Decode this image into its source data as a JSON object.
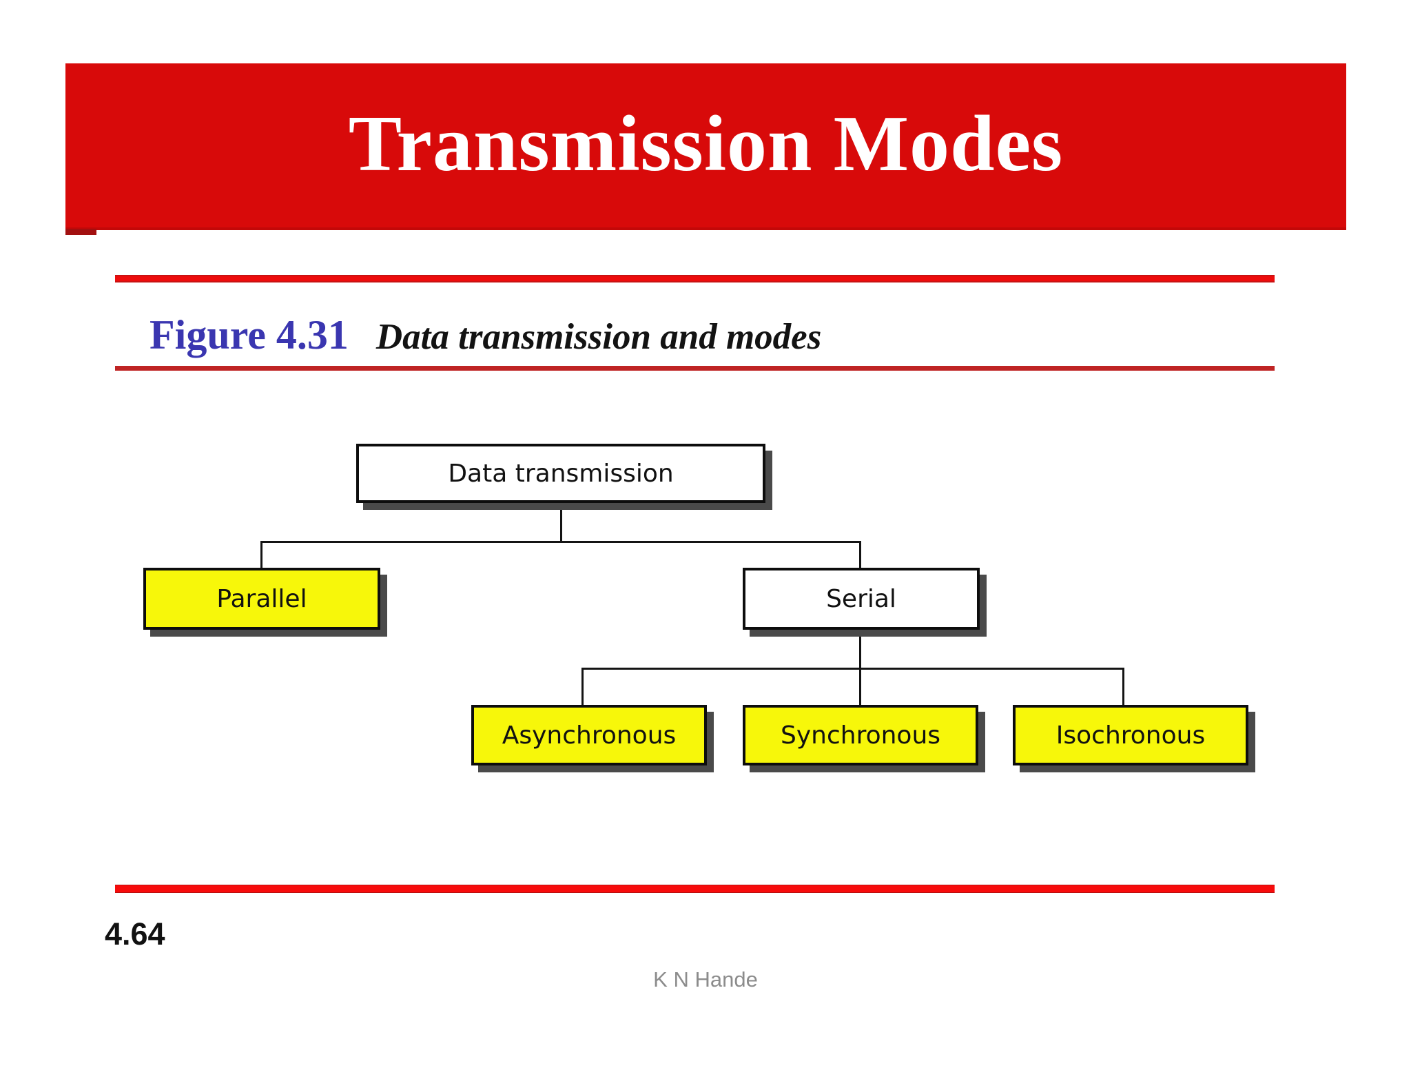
{
  "slide": {
    "title": "Transmission Modes",
    "page_number": "4.64",
    "footer": "K N Hande"
  },
  "figure": {
    "label": "Figure 4.31",
    "caption": "Data transmission and modes"
  },
  "diagram": {
    "type": "tree",
    "root": {
      "label": "Data transmission",
      "fill": "white"
    },
    "children": [
      {
        "label": "Parallel",
        "fill": "yellow"
      },
      {
        "label": "Serial",
        "fill": "white",
        "children": [
          {
            "label": "Asynchronous",
            "fill": "yellow"
          },
          {
            "label": "Synchronous",
            "fill": "yellow"
          },
          {
            "label": "Isochronous",
            "fill": "yellow"
          }
        ]
      }
    ]
  },
  "colors": {
    "banner_red": "#d80a0a",
    "divider_bright_red": "#ee0c0c",
    "divider_dark_red": "#bf2424",
    "node_yellow": "#f7f70a",
    "node_white": "#ffffff",
    "figure_label_blue": "#3a36b0",
    "footer_gray": "#8c8c8c",
    "box_shadow_gray": "#4a4a4a",
    "title_text": "#ffffff"
  }
}
